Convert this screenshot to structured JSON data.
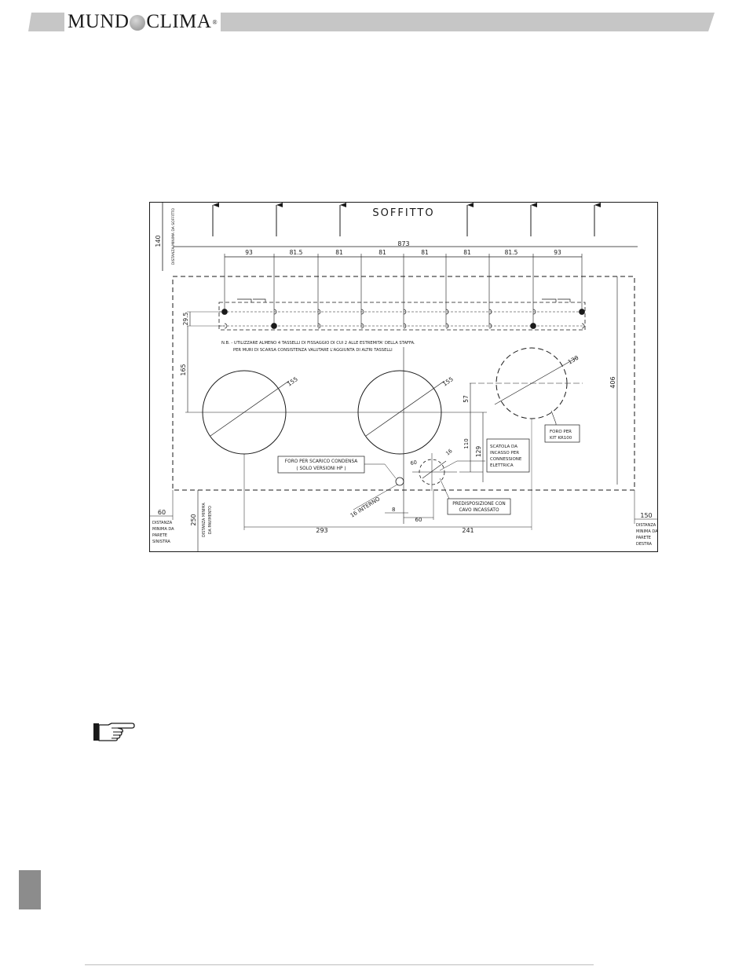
{
  "header": {
    "brand_left": "MUND",
    "brand_right": "CLIMA",
    "brand_mark": "®"
  },
  "diagram": {
    "ceiling_label": "SOFFITTO",
    "ceiling_distance": "140",
    "ceiling_distance_note": "DISTANZA MINIMA DA SOFFITTO",
    "total_width": "873",
    "spacings": [
      "93",
      "81.5",
      "81",
      "81",
      "81",
      "81",
      "81.5",
      "93"
    ],
    "bracket_pitch": "29.5",
    "note_line1": "N.B. - UTILIZZARE ALMENO 4 TASSELLI DI FISSAGGIO DI CUI 2 ALLE ESTREMITA' DELLA STAFFA.",
    "note_line2": "PER MURI DI SCARSA CONSISTENZA VALUTARE L'AGGIUNTA DI ALTRI TASSELLI",
    "dim_165": "165",
    "hole_left_diameter": "155",
    "hole_center_diameter": "155",
    "kit_hole_diameter": "130",
    "kit_label_line1": "FORO PER",
    "kit_label_line2": "KIT KR100",
    "dim_406": "406",
    "dim_57": "57",
    "dim_129": "129",
    "dim_110": "110",
    "dim_60_angle": "60",
    "dim_16_box": "16",
    "box_label_line1": "SCATOLA DA",
    "box_label_line2": "INCASSO PER",
    "box_label_line3": "CONNESSIONE",
    "box_label_line4": "ELETTRICA",
    "drain_label_line1": "FORO PER SCARICO CONDENSA",
    "drain_label_line2": "( SOLO VERSIONI HP )",
    "drain_inner": "16 INTERNO",
    "cable_label_line1": "PREDISPOSIZIONE CON",
    "cable_label_line2": "CAVO INCASSATO",
    "dim_8": "8",
    "dim_60_bottom": "60",
    "dim_293": "293",
    "dim_241": "241",
    "left_wall_distance": "60",
    "left_wall_line1": "DISTANZA",
    "left_wall_line2": "MINIMA DA",
    "left_wall_line3": "PARETE",
    "left_wall_line4": "SINISTRA",
    "floor_distance": "250",
    "floor_line1": "DISTANZA MINIMA",
    "floor_line2": "DA PAVIMENTO",
    "right_wall_distance": "150",
    "right_wall_line1": "DISTANZA",
    "right_wall_line2": "MINIMA DA",
    "right_wall_line3": "PARETE",
    "right_wall_line4": "DESTRA"
  },
  "colors": {
    "ink": "#1a1a1a",
    "band": "#c6c6c6",
    "tab": "#8c8c8c"
  },
  "icons": {
    "note": "pointing-hand-icon"
  }
}
